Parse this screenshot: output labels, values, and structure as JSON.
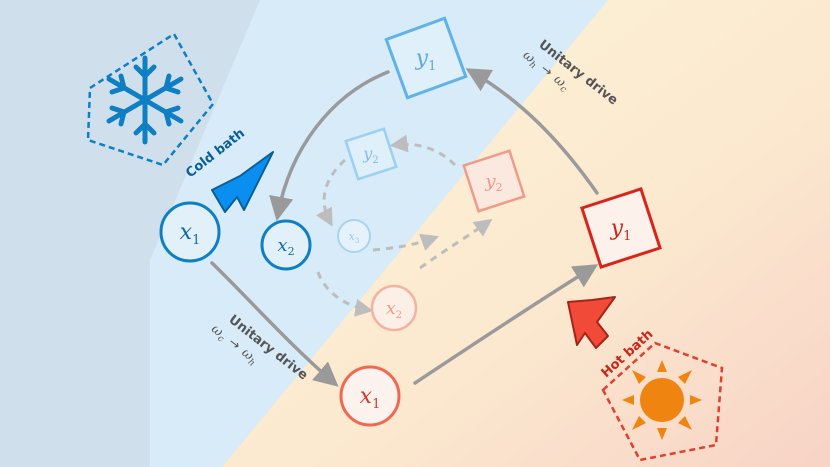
{
  "colors": {
    "cold": "#0f7fc4",
    "cold_light": "#8cc8ef",
    "cold_bg": "#cfe1ec",
    "cold_region": "#d6ebf9",
    "hot": "#e0402f",
    "hot_light": "#f09b8a",
    "hot_bg": "#f7dfd2",
    "warm_region": "#fbf1d4",
    "arrow": "#9a9a9a",
    "arrow_dashed": "#b8b8b8",
    "bath_cold_arrow": "#0a8ff0",
    "bath_hot_arrow": "#f24a38",
    "sun": "#ef8410"
  },
  "labels": {
    "cold_bath": "Cold bath",
    "hot_bath": "Hot bath",
    "drive_top": {
      "title": "Unitary drive",
      "from": "ω",
      "from_sub": "h",
      "arrow": "→",
      "to": "ω",
      "to_sub": "c"
    },
    "drive_bottom": {
      "title": "Unitary drive",
      "from": "ω",
      "from_sub": "c",
      "arrow": "→",
      "to": "ω",
      "to_sub": "h"
    }
  },
  "nodes": {
    "y1_cold": {
      "var": "y",
      "sub": "1"
    },
    "y2_cold": {
      "var": "y",
      "sub": "2"
    },
    "y2_hot": {
      "var": "y",
      "sub": "2"
    },
    "y1_hot": {
      "var": "y",
      "sub": "1"
    },
    "x1_cold": {
      "var": "x",
      "sub": "1"
    },
    "x2_cold": {
      "var": "x",
      "sub": "2"
    },
    "x3_cold": {
      "var": "x",
      "sub": "3"
    },
    "x2_hot": {
      "var": "x",
      "sub": "2"
    },
    "x1_hot": {
      "var": "x",
      "sub": "1"
    }
  },
  "icons": {
    "cold_bath": "snowflake-icon",
    "hot_bath": "sun-icon"
  }
}
